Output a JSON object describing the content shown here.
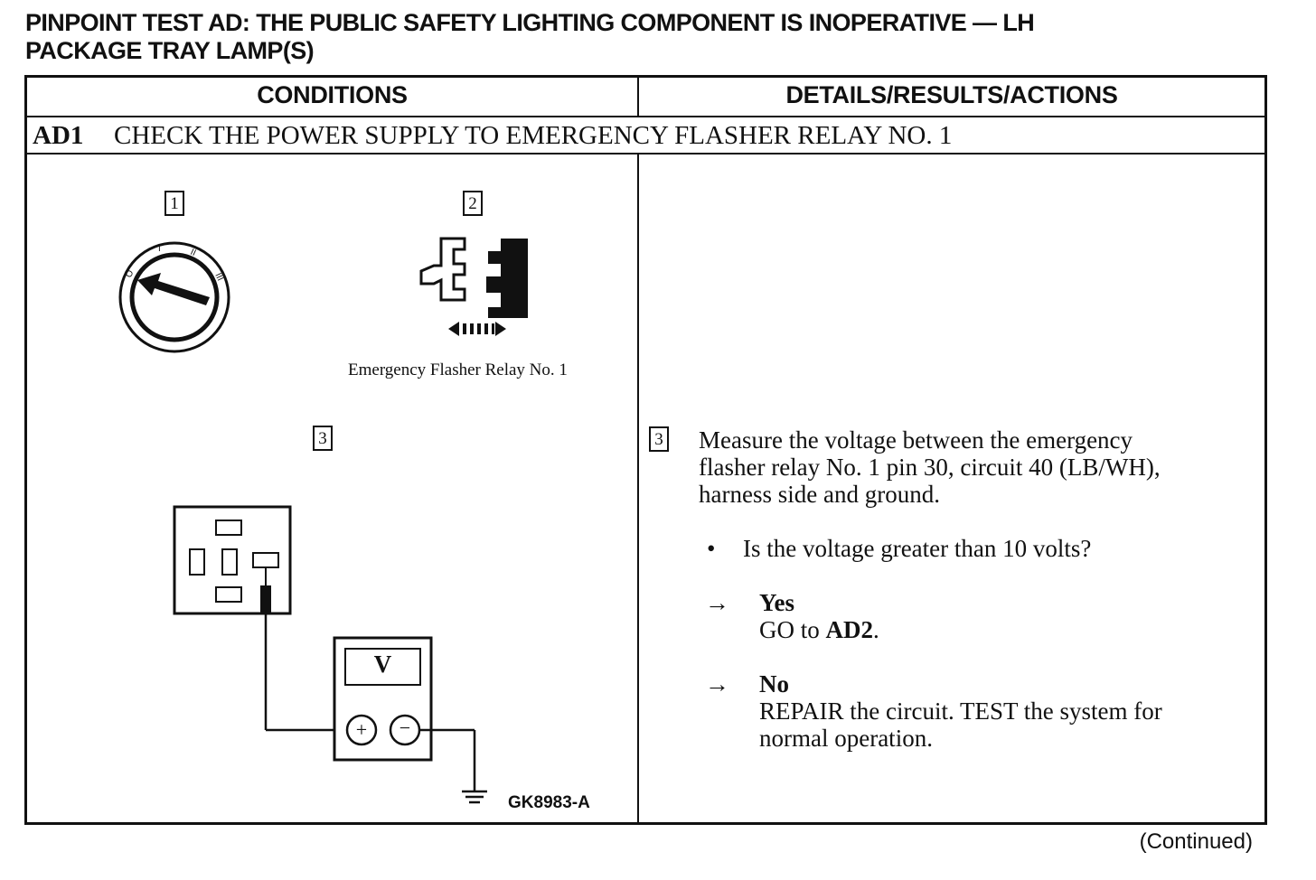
{
  "title": {
    "line1": "PINPOINT TEST AD:  THE PUBLIC SAFETY LIGHTING COMPONENT IS INOPERATIVE — LH",
    "line2": "PACKAGE TRAY LAMP(S)"
  },
  "table": {
    "col_conditions": "CONDITIONS",
    "col_details": "DETAILS/RESULTS/ACTIONS",
    "step_id": "AD1",
    "step_title": "CHECK THE POWER SUPPLY TO EMERGENCY FLASHER RELAY NO. 1"
  },
  "figure": {
    "callout1": "1",
    "callout2": "2",
    "callout3": "3",
    "relay_caption": "Emergency Flasher Relay No. 1",
    "meter_label": "V",
    "plus": "+",
    "minus": "−",
    "figure_id": "GK8983-A"
  },
  "details": {
    "callout": "3",
    "instruction_line1": "Measure the voltage between the emergency",
    "instruction_line2": "flasher relay No. 1 pin 30, circuit 40 (LB/WH),",
    "instruction_line3": "harness side and ground.",
    "bullet": "•",
    "question": "Is the voltage greater than 10 volts?",
    "arrow": "→",
    "yes_label": "Yes",
    "yes_action_prefix": "GO to ",
    "yes_action_target": "AD2",
    "yes_action_suffix": ".",
    "no_label": "No",
    "no_action_line1": "REPAIR the circuit. TEST the system for",
    "no_action_line2": "normal operation."
  },
  "footer": {
    "continued": "(Continued)"
  }
}
